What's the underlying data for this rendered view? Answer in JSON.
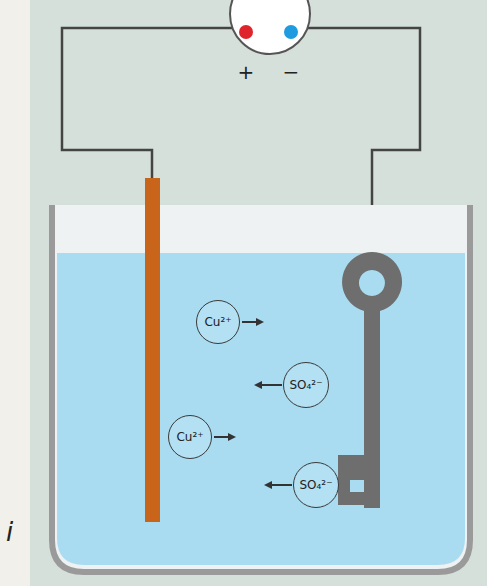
{
  "diagram": {
    "nodes": [
      {
        "text": [
          "Cu²⁺"
        ]
      },
      {
        "text": [
          "SO₄²⁻"
        ]
      },
      {
        "text": [
          "Cu²⁺"
        ]
      },
      {
        "text": [
          "SO₄²⁻"
        ]
      }
    ],
    "labels": [
      "+",
      "−",
      "i"
    ]
  }
}
